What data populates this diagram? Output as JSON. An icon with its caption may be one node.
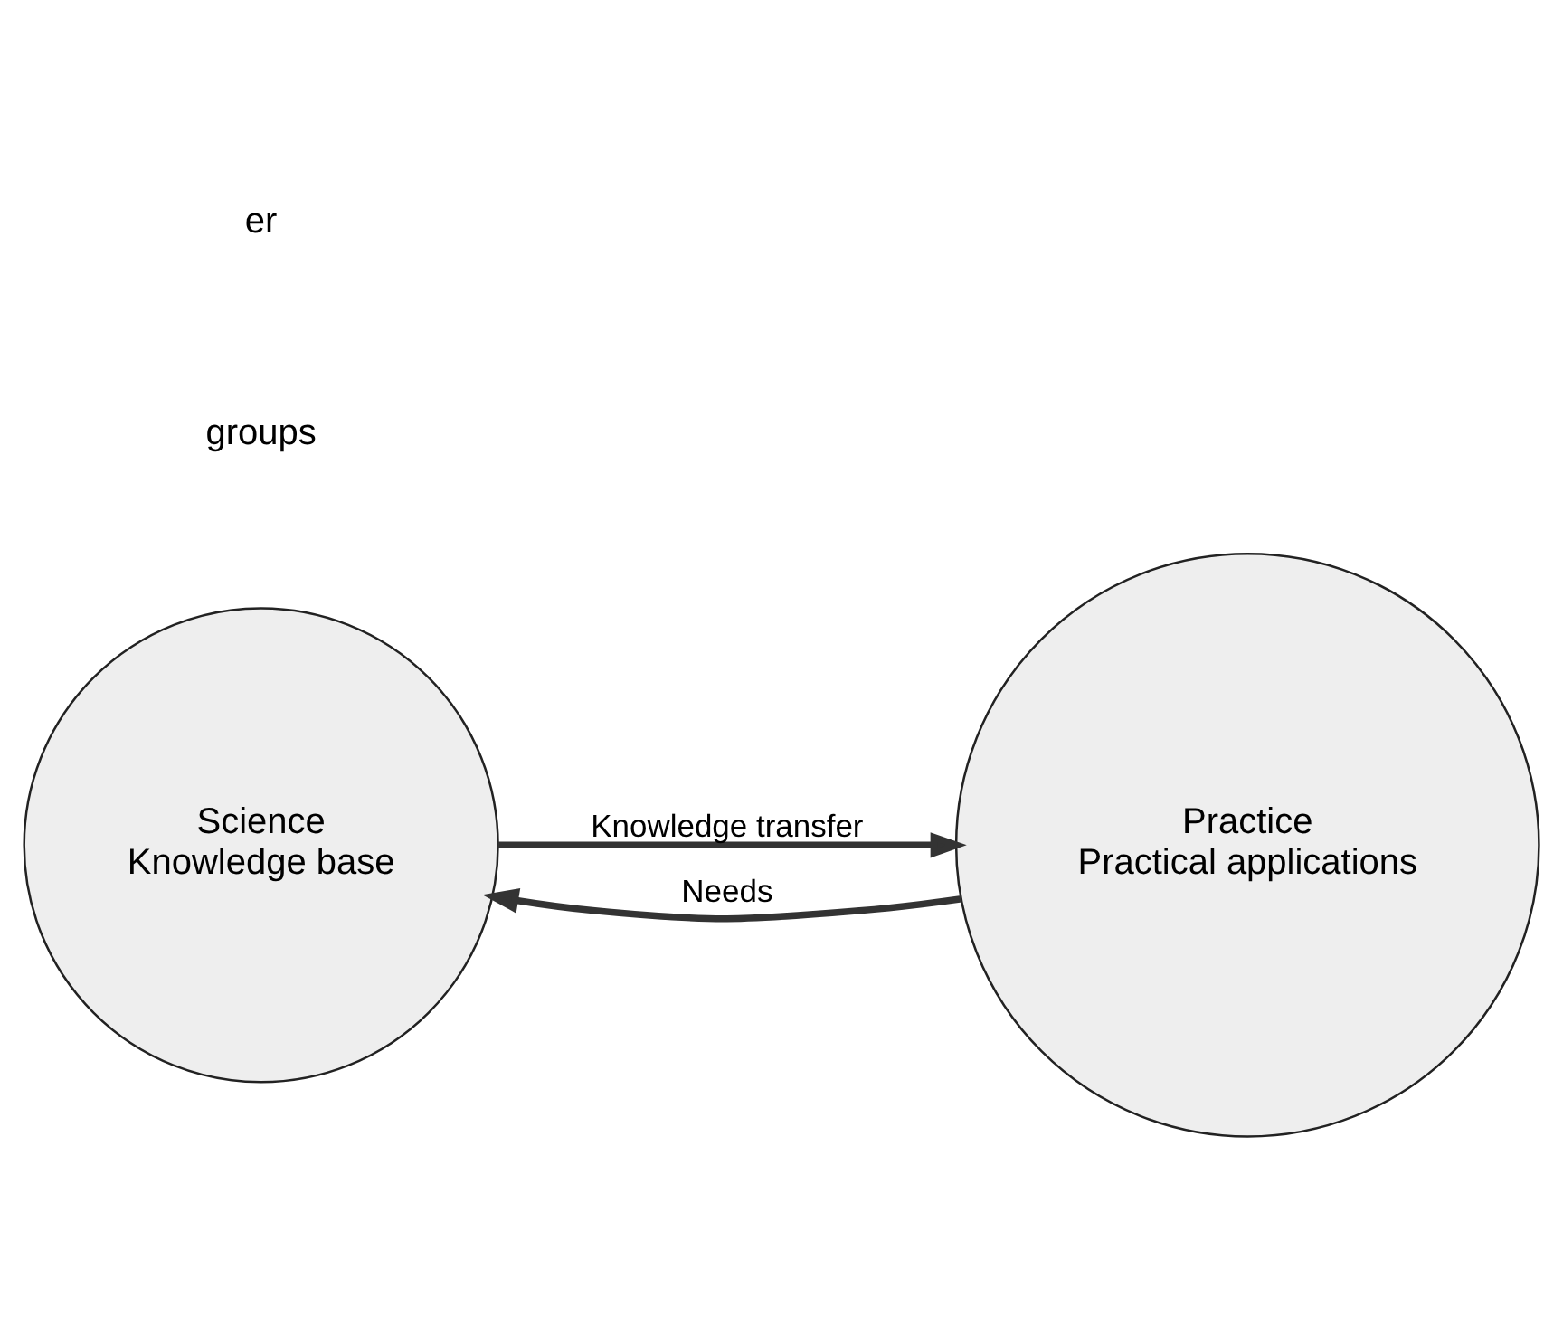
{
  "diagram": {
    "nodes": [
      {
        "text": [
          "Science",
          "Knowledge base"
        ]
      },
      {
        "text": [
          "Practice",
          "Practical applications"
        ]
      }
    ],
    "edges": [
      {
        "from": 0,
        "to": 1,
        "arrow": "to",
        "label": "Knowledge transfer"
      },
      {
        "from": 1,
        "to": 0,
        "arrow": "to",
        "label": "Needs"
      }
    ],
    "labels": [
      "groups",
      "er"
    ]
  }
}
